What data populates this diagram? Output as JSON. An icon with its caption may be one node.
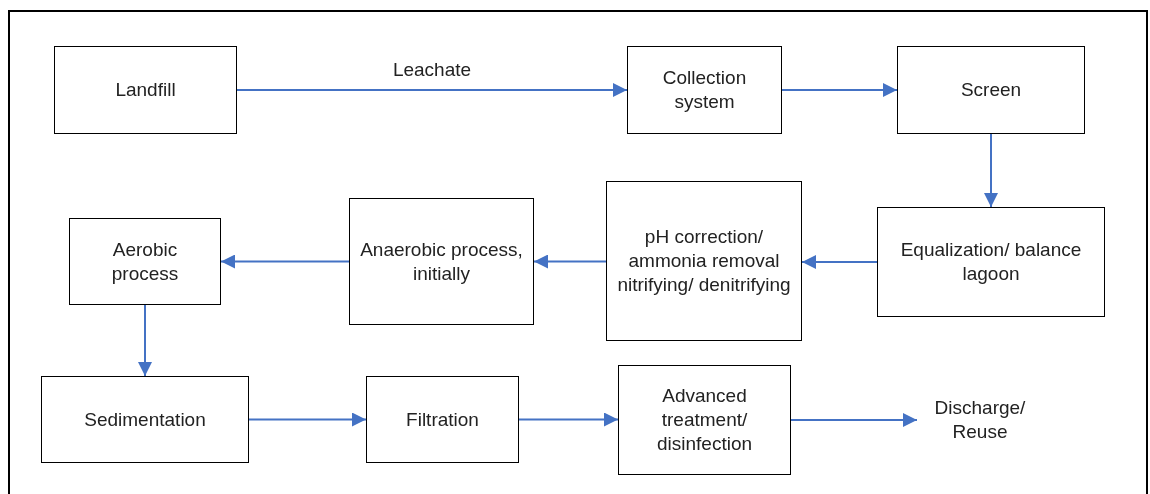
{
  "diagram": {
    "nodes": [
      {
        "text": [
          "Landfill"
        ]
      },
      {
        "text": [
          "Collection system"
        ]
      },
      {
        "text": [
          "Screen"
        ]
      },
      {
        "text": [
          "Equalization/ balance lagoon"
        ]
      },
      {
        "text": [
          "pH correction/ ammonia removal nitrifying/ denitrifying"
        ]
      },
      {
        "text": [
          "Anaerobic process, initially"
        ]
      },
      {
        "text": [
          "Aerobic process"
        ]
      },
      {
        "text": [
          "Sedimentation"
        ]
      },
      {
        "text": [
          "Filtration"
        ]
      },
      {
        "text": [
          "Advanced treatment/ disinfection"
        ]
      },
      {
        "text": [
          "Discharge/ Reuse"
        ]
      }
    ],
    "edges": [
      {
        "from": 0,
        "to": 1,
        "arrow": "to",
        "label": "Leachate"
      },
      {
        "from": 1,
        "to": 2,
        "arrow": "to"
      },
      {
        "from": 2,
        "to": 3,
        "arrow": "to"
      },
      {
        "from": 3,
        "to": 4,
        "arrow": "to"
      },
      {
        "from": 4,
        "to": 5,
        "arrow": "to"
      },
      {
        "from": 5,
        "to": 6,
        "arrow": "to"
      },
      {
        "from": 6,
        "to": 7,
        "arrow": "to"
      },
      {
        "from": 7,
        "to": 8,
        "arrow": "to"
      },
      {
        "from": 8,
        "to": 9,
        "arrow": "to"
      },
      {
        "from": 9,
        "to": 10,
        "arrow": "to"
      }
    ]
  }
}
